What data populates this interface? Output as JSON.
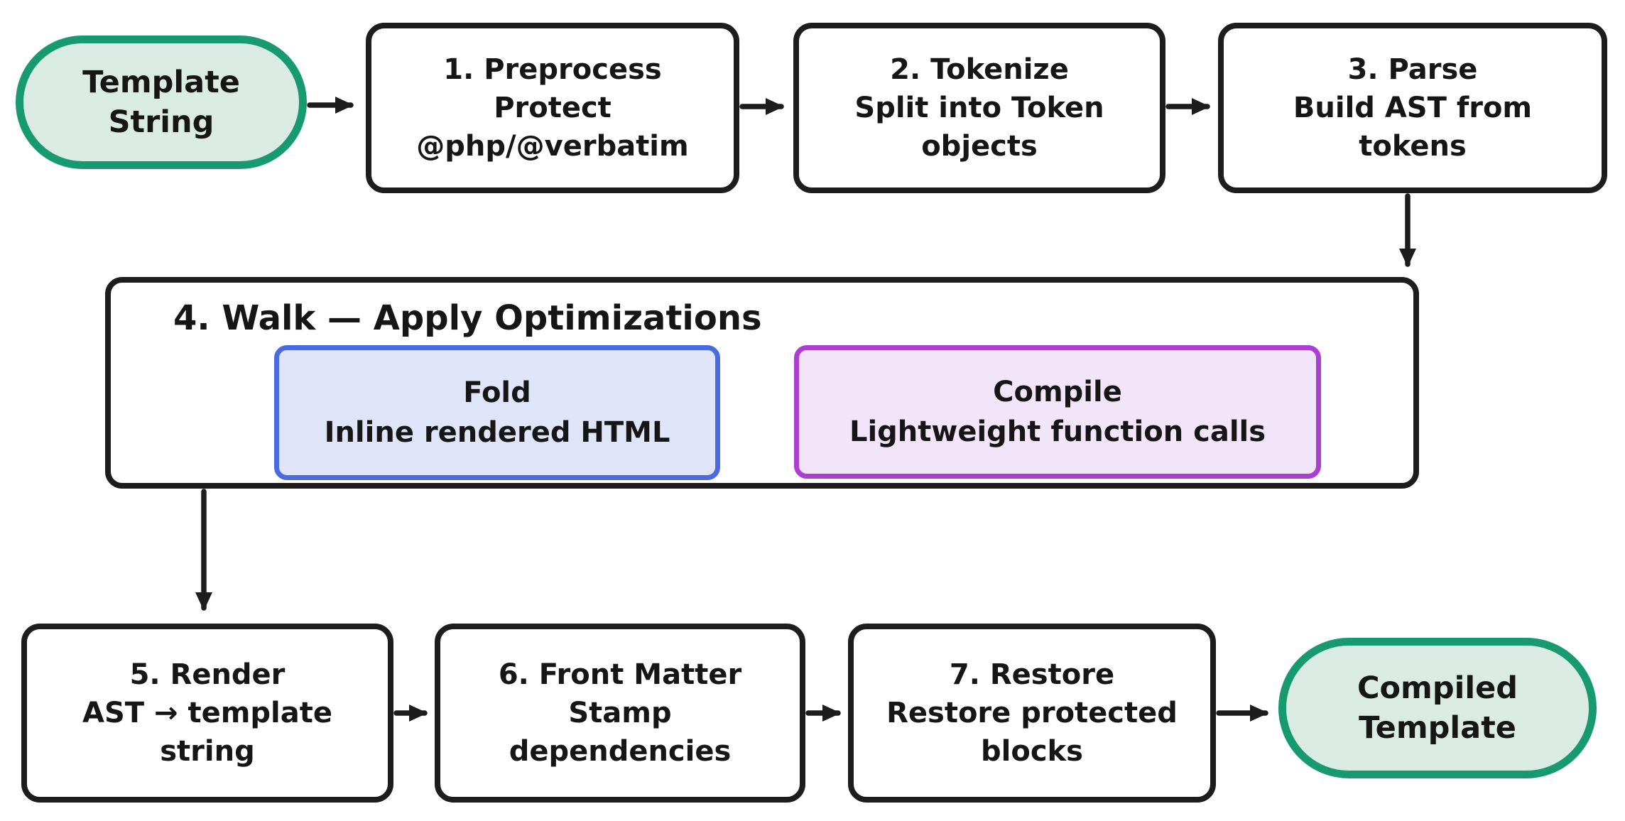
{
  "diagram": {
    "title_hint": "template compilation pipeline flowchart",
    "colors": {
      "stroke": "#1d1d1d",
      "green_border": "#179a6f",
      "green_fill": "#d9ebe3",
      "blue_border": "#4a6be0",
      "blue_fill": "#dfe4f9",
      "purple_border": "#ab3fd2",
      "purple_fill": "#f3e5f9",
      "box_fill": "#ffffff",
      "text": "#161616"
    },
    "nodes": {
      "start": {
        "lines": [
          "Template",
          "String"
        ]
      },
      "step1": {
        "lines": [
          "1. Preprocess",
          "Protect",
          "@php/@verbatim"
        ]
      },
      "step2": {
        "lines": [
          "2. Tokenize",
          "Split into Token",
          "objects"
        ]
      },
      "step3": {
        "lines": [
          "3. Parse",
          "Build AST from",
          "tokens"
        ]
      },
      "step4": {
        "title": "4. Walk — Apply Optimizations"
      },
      "fold": {
        "lines": [
          "Fold",
          "Inline rendered HTML"
        ]
      },
      "compile": {
        "lines": [
          "Compile",
          "Lightweight function calls"
        ]
      },
      "step5": {
        "lines": [
          "5. Render",
          "AST → template",
          "string"
        ]
      },
      "step6": {
        "lines": [
          "6. Front Matter",
          "Stamp",
          "dependencies"
        ]
      },
      "step7": {
        "lines": [
          "7. Restore",
          "Restore protected",
          "blocks"
        ]
      },
      "end": {
        "lines": [
          "Compiled",
          "Template"
        ]
      }
    }
  }
}
